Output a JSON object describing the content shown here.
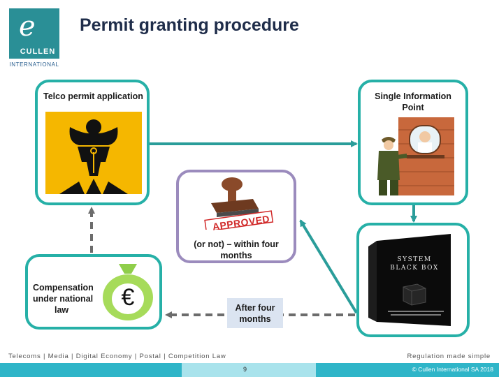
{
  "header": {
    "title": "Permit granting procedure",
    "logo_mark": "e",
    "logo_brand": "CULLEN",
    "logo_sub": "INTERNATIONAL"
  },
  "diagram": {
    "telco": {
      "label": "Telco permit application",
      "icon": "bomb-icon"
    },
    "sip": {
      "line1": "Single Information",
      "line2": "Point",
      "icon": "clerk-window-icon"
    },
    "approved": {
      "stamp_text": "APPROVED",
      "line1": "(or not) – within four",
      "line2": "months",
      "icon": "rubber-stamp-icon"
    },
    "blackbox": {
      "line1": "SYSTEM",
      "line2": "BLACK BOX",
      "icon": "black-box-icon"
    },
    "compensation": {
      "line1": "Compensation",
      "line2": "under national",
      "line3": "law",
      "symbol": "€",
      "icon": "euro-money-bag-icon"
    },
    "after": {
      "line1": "After four",
      "line2": "months"
    }
  },
  "footer": {
    "topics": "Telecoms | Media | Digital Economy | Postal | Competition Law",
    "tagline": "Regulation made simple",
    "page": "9",
    "copyright": "© Cullen International SA 2018"
  },
  "colors": {
    "teal": "#26b0a7",
    "purple": "#9b8bbd",
    "arrow_teal": "#2a9d9a",
    "dashed": "#6c6c6c",
    "navy": "#1f2d4a"
  }
}
